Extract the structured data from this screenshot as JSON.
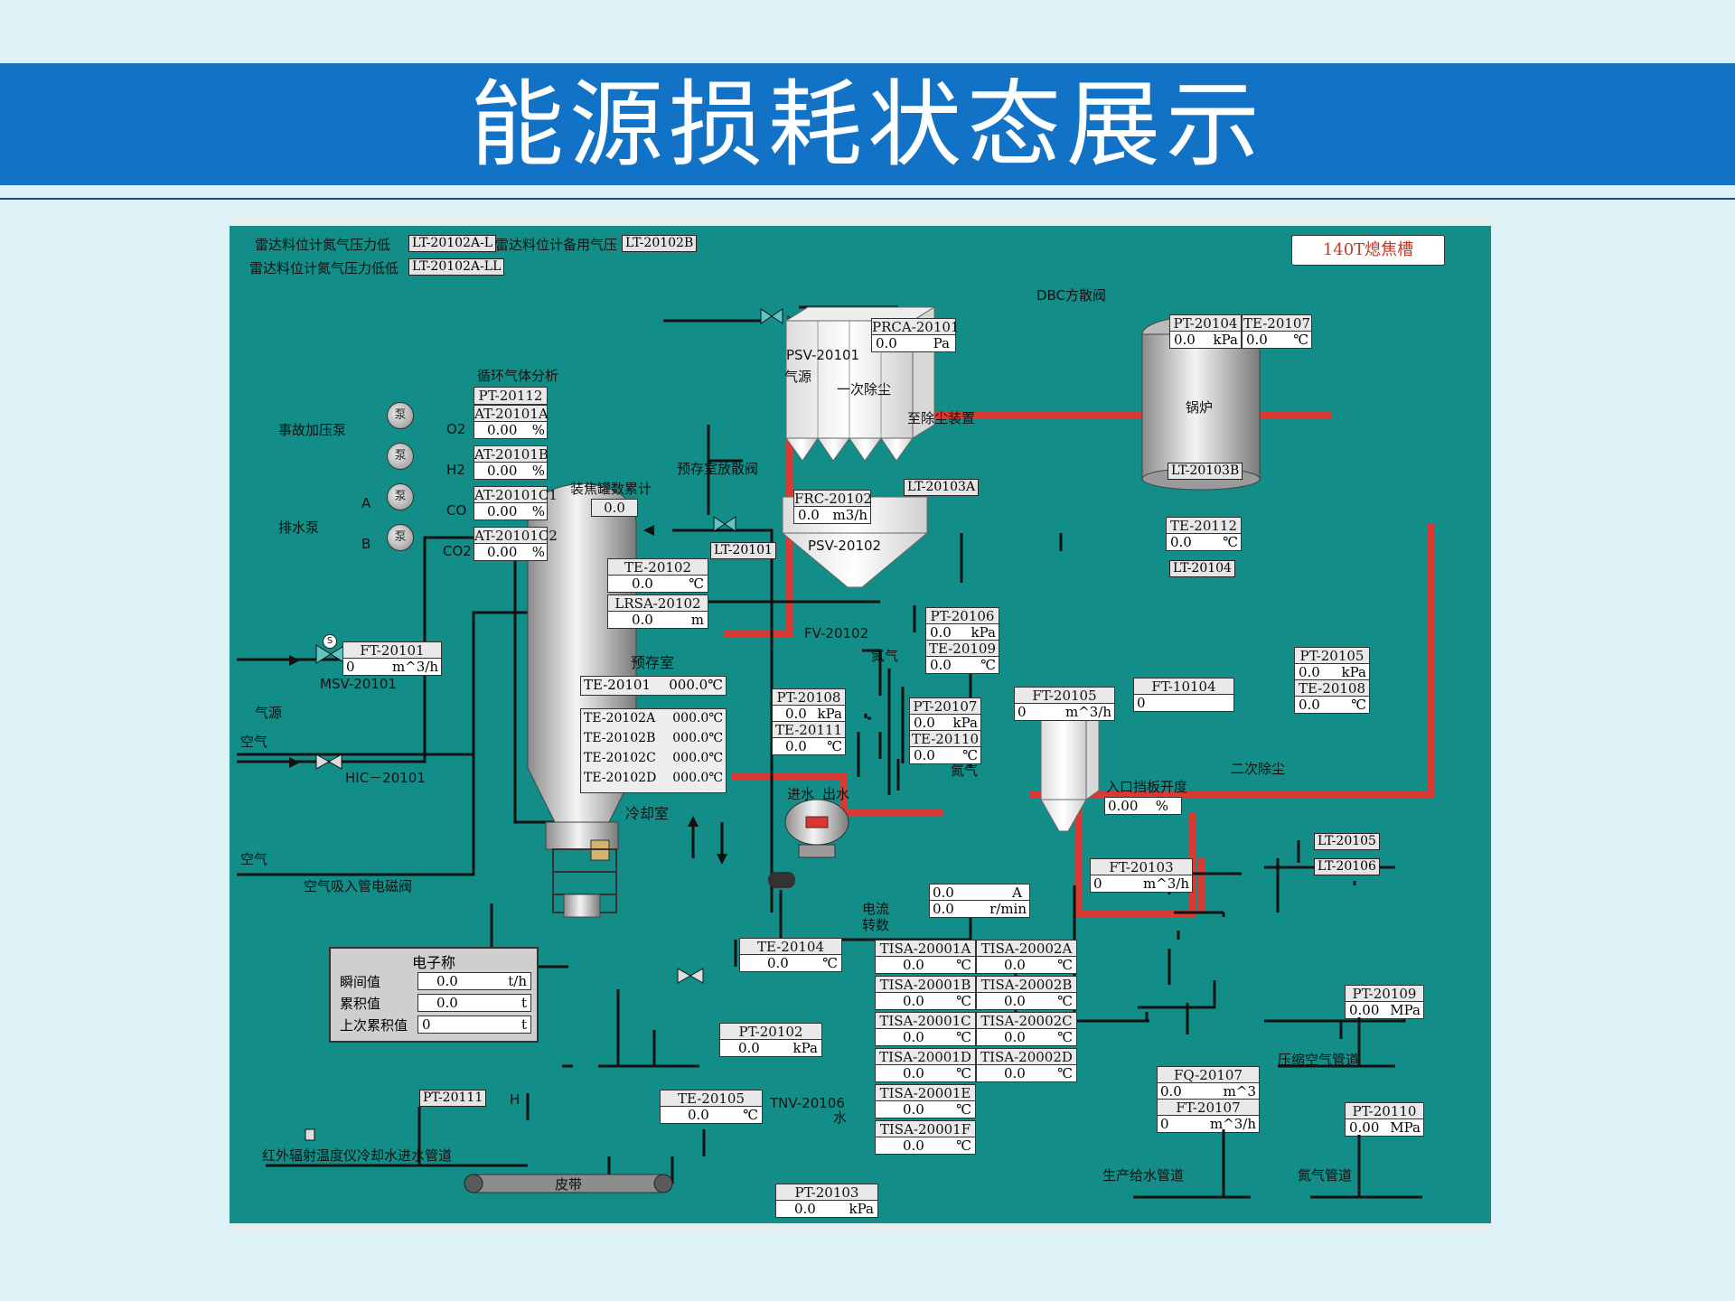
{
  "slide": {
    "title": "能源损耗状态展示"
  },
  "panel": {
    "badge": "140T熄焦槽"
  },
  "top": {
    "l1": "雷达料位计氮气压力低",
    "t1": "LT-20102A-L",
    "l2": "雷达料位计备用气压",
    "t2": "LT-20102B",
    "l3": "雷达料位计氮气压力低低",
    "t3": "LT-20102A-LL"
  },
  "gas": {
    "title": "循环气体分析",
    "pt": "PT-20112",
    "rows": [
      {
        "gas": "O2",
        "tag": "AT-20101A",
        "val": "0.00",
        "unit": "%"
      },
      {
        "gas": "H2",
        "tag": "AT-20101B",
        "val": "0.00",
        "unit": "%"
      },
      {
        "gas": "CO",
        "tag": "AT-20101C1",
        "val": "0.00",
        "unit": "%"
      },
      {
        "gas": "CO2",
        "tag": "AT-20101C2",
        "val": "0.00",
        "unit": "%"
      }
    ]
  },
  "pumps": {
    "label_a": "事故加压泵",
    "label_b": "排水泵",
    "a": "A",
    "b": "B",
    "glyph": "泵"
  },
  "coke": {
    "label": "装焦罐数累计",
    "val": "0.0"
  },
  "flow_a": {
    "tag": "FT-20101",
    "val": "0",
    "unit": "m^3/h",
    "valve": "MSV-20101",
    "hic": "HIC－20101"
  },
  "air": {
    "gas_src": "气源",
    "air1": "空气",
    "air2": "空气",
    "valve": "空气吸入管电磁阀"
  },
  "scale": {
    "title": "电子称",
    "rows": [
      {
        "label": "瞬间值",
        "val": "0.0",
        "unit": "t/h"
      },
      {
        "label": "累积值",
        "val": "0.0",
        "unit": "t"
      },
      {
        "label": "上次累积值",
        "val": "0",
        "unit": "t"
      }
    ]
  },
  "pt20111": {
    "tag": "PT-20111",
    "unit": "H"
  },
  "ir": {
    "label": "红外辐射温度仪冷却水进水管道"
  },
  "shaft": {
    "te1": "TE-20102",
    "te1_val": "0.0",
    "te1_unit": "℃",
    "lrsa": "LRSA-20102",
    "lrsa_val": "0.0",
    "lrsa_unit": "m",
    "pre_label": "预存室",
    "te101": "TE-20101",
    "te101_val": "000.0℃",
    "te_rows": [
      {
        "tag": "TE-20102A",
        "val": "000.0℃"
      },
      {
        "tag": "TE-20102B",
        "val": "000.0℃"
      },
      {
        "tag": "TE-20102C",
        "val": "000.0℃"
      },
      {
        "tag": "TE-20102D",
        "val": "000.0℃"
      }
    ],
    "cool_label": "冷却室",
    "lt20101": "LT-20101"
  },
  "center": {
    "pre_valve": "预存室放散阀",
    "frc": "FRC-20102",
    "frc_val": "0.0",
    "frc_unit": "m3/h",
    "psv2": "PSV-20102",
    "fv": "FV-20102",
    "prca": "PRCA-20101",
    "prca_val": "0.0",
    "prca_unit": "Pa",
    "psv1": "PSV-20101",
    "gas_src": "气源",
    "pre_dust": "至除尘装置",
    "dbc": "DBC方散阀",
    "pt108": "PT-20108",
    "pt108_val": "0.0",
    "pt108_unit": "kPa",
    "te111": "TE-20111",
    "te111_val": "0.0",
    "te111_unit": "℃",
    "inlet": "进水",
    "outlet": "出水",
    "pt106": "PT-20106",
    "pt106_val": "0.0",
    "pt106_unit": "kPa",
    "te109": "TE-20109",
    "te109_val": "0.0",
    "te109_unit": "℃",
    "pt107": "PT-20107",
    "pt107_val": "0.0",
    "pt107_unit": "kPa",
    "te110": "TE-20110",
    "te110_val": "0.0",
    "te110_unit": "℃",
    "nitrogen": "氮气",
    "ft105": "FT-20105",
    "ft105_val": "0",
    "ft105_unit": "m^3/h",
    "cur_val": "0.0",
    "cur_unit": "A",
    "rpm_val": "0.0",
    "rpm_unit": "r/min",
    "cur_label": "电流",
    "rpm_label": "转数"
  },
  "dust1": {
    "label": "一次除尘",
    "lt103a": "LT-20103A",
    "lt103b": "LT-20103B",
    "te112": "TE-20112",
    "te112_val": "0.0",
    "te112_unit": "℃",
    "lt104": "LT-20104",
    "nitrogen": "氮气"
  },
  "boiler": {
    "label": "锅炉",
    "pt104": "PT-20104",
    "pt104_val": "0.0",
    "pt104_unit": "kPa",
    "te107": "TE-20107",
    "te107_val": "0.0",
    "te107_unit": "℃",
    "pt105": "PT-20105",
    "pt105_val": "0.0",
    "pt105_unit": "kPa",
    "te108": "TE-20108",
    "te108_val": "0.0",
    "te108_unit": "℃"
  },
  "dust2": {
    "label": "二次除尘",
    "ft10104": "FT-10104",
    "ft10104_val": "0",
    "baffle": "入口挡板开度",
    "baffle_val": "0.00",
    "baffle_unit": "%",
    "ft103": "FT-20103",
    "ft103_val": "0",
    "ft103_unit": "m^3/h",
    "lt105": "LT-20105",
    "lt106": "LT-20106"
  },
  "tisa": [
    {
      "a": "TISA-20001A",
      "av": "0.0",
      "b": "TISA-20002A",
      "bv": "0.0"
    },
    {
      "a": "TISA-20001B",
      "av": "0.0",
      "b": "TISA-20002B",
      "bv": "0.0"
    },
    {
      "a": "TISA-20001C",
      "av": "0.0",
      "b": "TISA-20002C",
      "bv": "0.0"
    },
    {
      "a": "TISA-20001D",
      "av": "0.0",
      "b": "TISA-20002D",
      "bv": "0.0"
    },
    {
      "a": "TISA-20001E",
      "av": "0.0"
    },
    {
      "a": "TISA-20001F",
      "av": "0.0"
    }
  ],
  "tisa_unit": "℃",
  "bottom": {
    "te104": "TE-20104",
    "te104_val": "0.0",
    "te104_unit": "℃",
    "pt102": "PT-20102",
    "pt102_val": "0.0",
    "pt102_unit": "kPa",
    "te105": "TE-20105",
    "te105_val": "0.0",
    "te105_unit": "℃",
    "tnv": "TNV-20106",
    "water": "水",
    "pt103": "PT-20103",
    "pt103_val": "0.0",
    "pt103_unit": "kPa",
    "belt": "皮带"
  },
  "right": {
    "pt109": "PT-20109",
    "pt109_val": "0.00",
    "pt109_unit": "MPa",
    "air_pipe": "压缩空气管道",
    "fq": "FQ-20107",
    "fq_val": "0.0",
    "fq_unit": "m^3",
    "ft107": "FT-20107",
    "ft107_val": "0",
    "ft107_unit": "m^3/h",
    "pt110": "PT-20110",
    "pt110_val": "0.00",
    "pt110_unit": "MPa",
    "water_pipe": "生产给水管道",
    "n2_pipe": "氮气管道"
  }
}
